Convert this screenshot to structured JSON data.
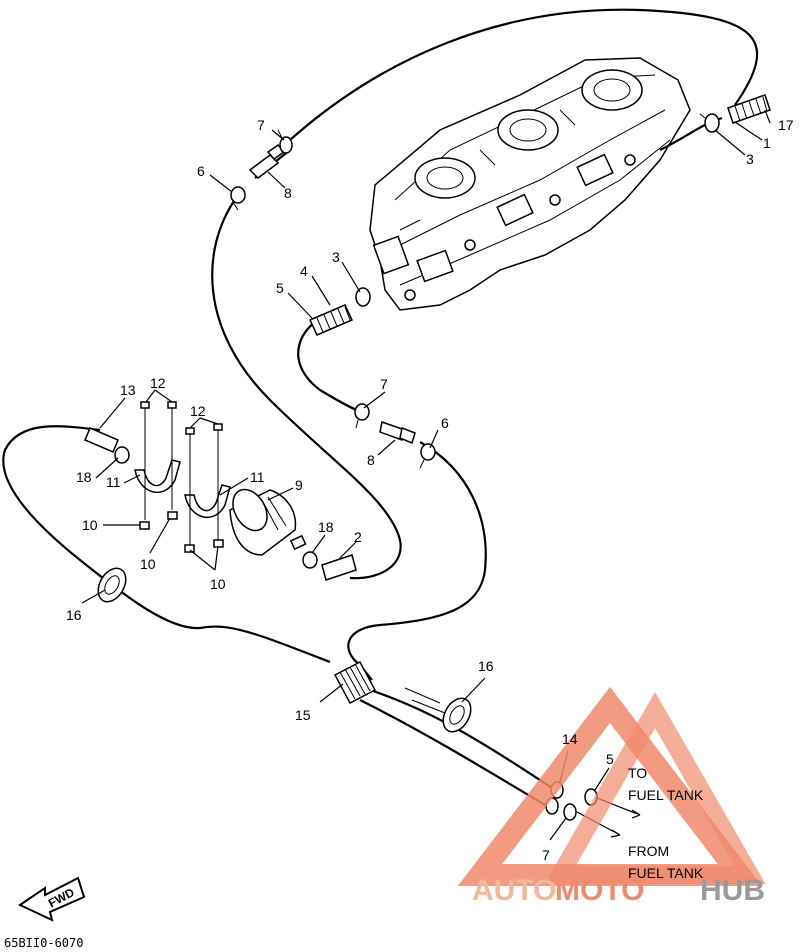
{
  "callouts": [
    {
      "id": "c17",
      "text": "17"
    },
    {
      "id": "c1",
      "text": "1"
    },
    {
      "id": "c3a",
      "text": "3"
    },
    {
      "id": "c7a",
      "text": "7"
    },
    {
      "id": "c8a",
      "text": "8"
    },
    {
      "id": "c6a",
      "text": "6"
    },
    {
      "id": "c3b",
      "text": "3"
    },
    {
      "id": "c4",
      "text": "4"
    },
    {
      "id": "c5a",
      "text": "5"
    },
    {
      "id": "c7b",
      "text": "7"
    },
    {
      "id": "c6b",
      "text": "6"
    },
    {
      "id": "c8b",
      "text": "8"
    },
    {
      "id": "c13",
      "text": "13"
    },
    {
      "id": "c12a",
      "text": "12"
    },
    {
      "id": "c12b",
      "text": "12"
    },
    {
      "id": "c18a",
      "text": "18"
    },
    {
      "id": "c11a",
      "text": "11"
    },
    {
      "id": "c11b",
      "text": "11"
    },
    {
      "id": "c9",
      "text": "9"
    },
    {
      "id": "c10a",
      "text": "10"
    },
    {
      "id": "c10b",
      "text": "10"
    },
    {
      "id": "c10c",
      "text": "10"
    },
    {
      "id": "c18b",
      "text": "18"
    },
    {
      "id": "c2",
      "text": "2"
    },
    {
      "id": "c16a",
      "text": "16"
    },
    {
      "id": "c16b",
      "text": "16"
    },
    {
      "id": "c15",
      "text": "15"
    },
    {
      "id": "c14",
      "text": "14"
    },
    {
      "id": "c5b",
      "text": "5"
    },
    {
      "id": "c7c",
      "text": "7"
    }
  ],
  "notes": {
    "to_line1": "TO",
    "to_line2": "FUEL TANK",
    "from_line1": "FROM",
    "from_line2": "FUEL TANK"
  },
  "fwd_label": "FWD",
  "diagram_code": "65BII0-6070",
  "watermark": {
    "text": "AUTOMOTOHUB",
    "colors": {
      "auto": "#f3b79a",
      "moto": "#f08a6c",
      "hub": "#9a9a9a",
      "triangle": "#e8262a"
    }
  }
}
